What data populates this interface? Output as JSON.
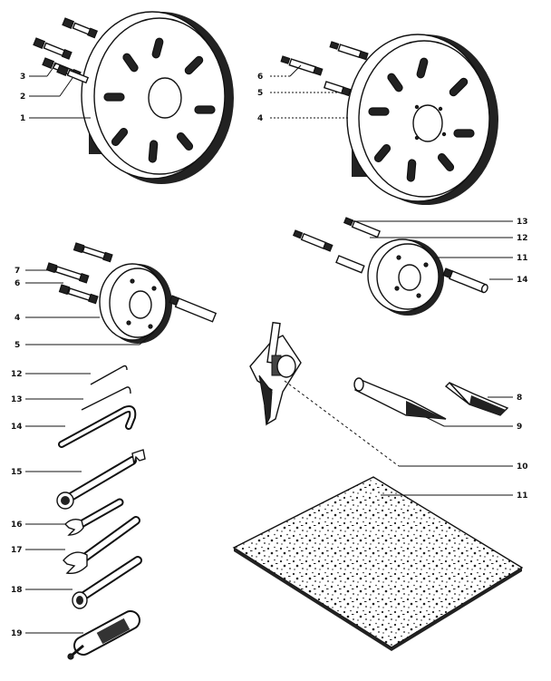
{
  "callouts": [
    {
      "id": "a-3",
      "text": "3"
    },
    {
      "id": "a-2",
      "text": "2"
    },
    {
      "id": "a-1",
      "text": "1"
    },
    {
      "id": "b-6",
      "text": "6"
    },
    {
      "id": "b-5",
      "text": "5"
    },
    {
      "id": "b-4",
      "text": "4"
    },
    {
      "id": "c-13",
      "text": "13"
    },
    {
      "id": "c-12",
      "text": "12"
    },
    {
      "id": "c-11",
      "text": "11"
    },
    {
      "id": "c-14",
      "text": "14"
    },
    {
      "id": "d-7",
      "text": "7"
    },
    {
      "id": "d-6",
      "text": "6"
    },
    {
      "id": "d-4",
      "text": "4"
    },
    {
      "id": "d-5",
      "text": "5"
    },
    {
      "id": "e-12",
      "text": "12"
    },
    {
      "id": "e-13",
      "text": "13"
    },
    {
      "id": "e-14",
      "text": "14"
    },
    {
      "id": "e-15",
      "text": "15"
    },
    {
      "id": "e-16",
      "text": "16"
    },
    {
      "id": "e-17",
      "text": "17"
    },
    {
      "id": "e-18",
      "text": "18"
    },
    {
      "id": "e-19",
      "text": "19"
    },
    {
      "id": "f-8",
      "text": "8"
    },
    {
      "id": "f-9",
      "text": "9"
    },
    {
      "id": "f-10",
      "text": "10"
    },
    {
      "id": "f-11",
      "text": "11"
    }
  ]
}
